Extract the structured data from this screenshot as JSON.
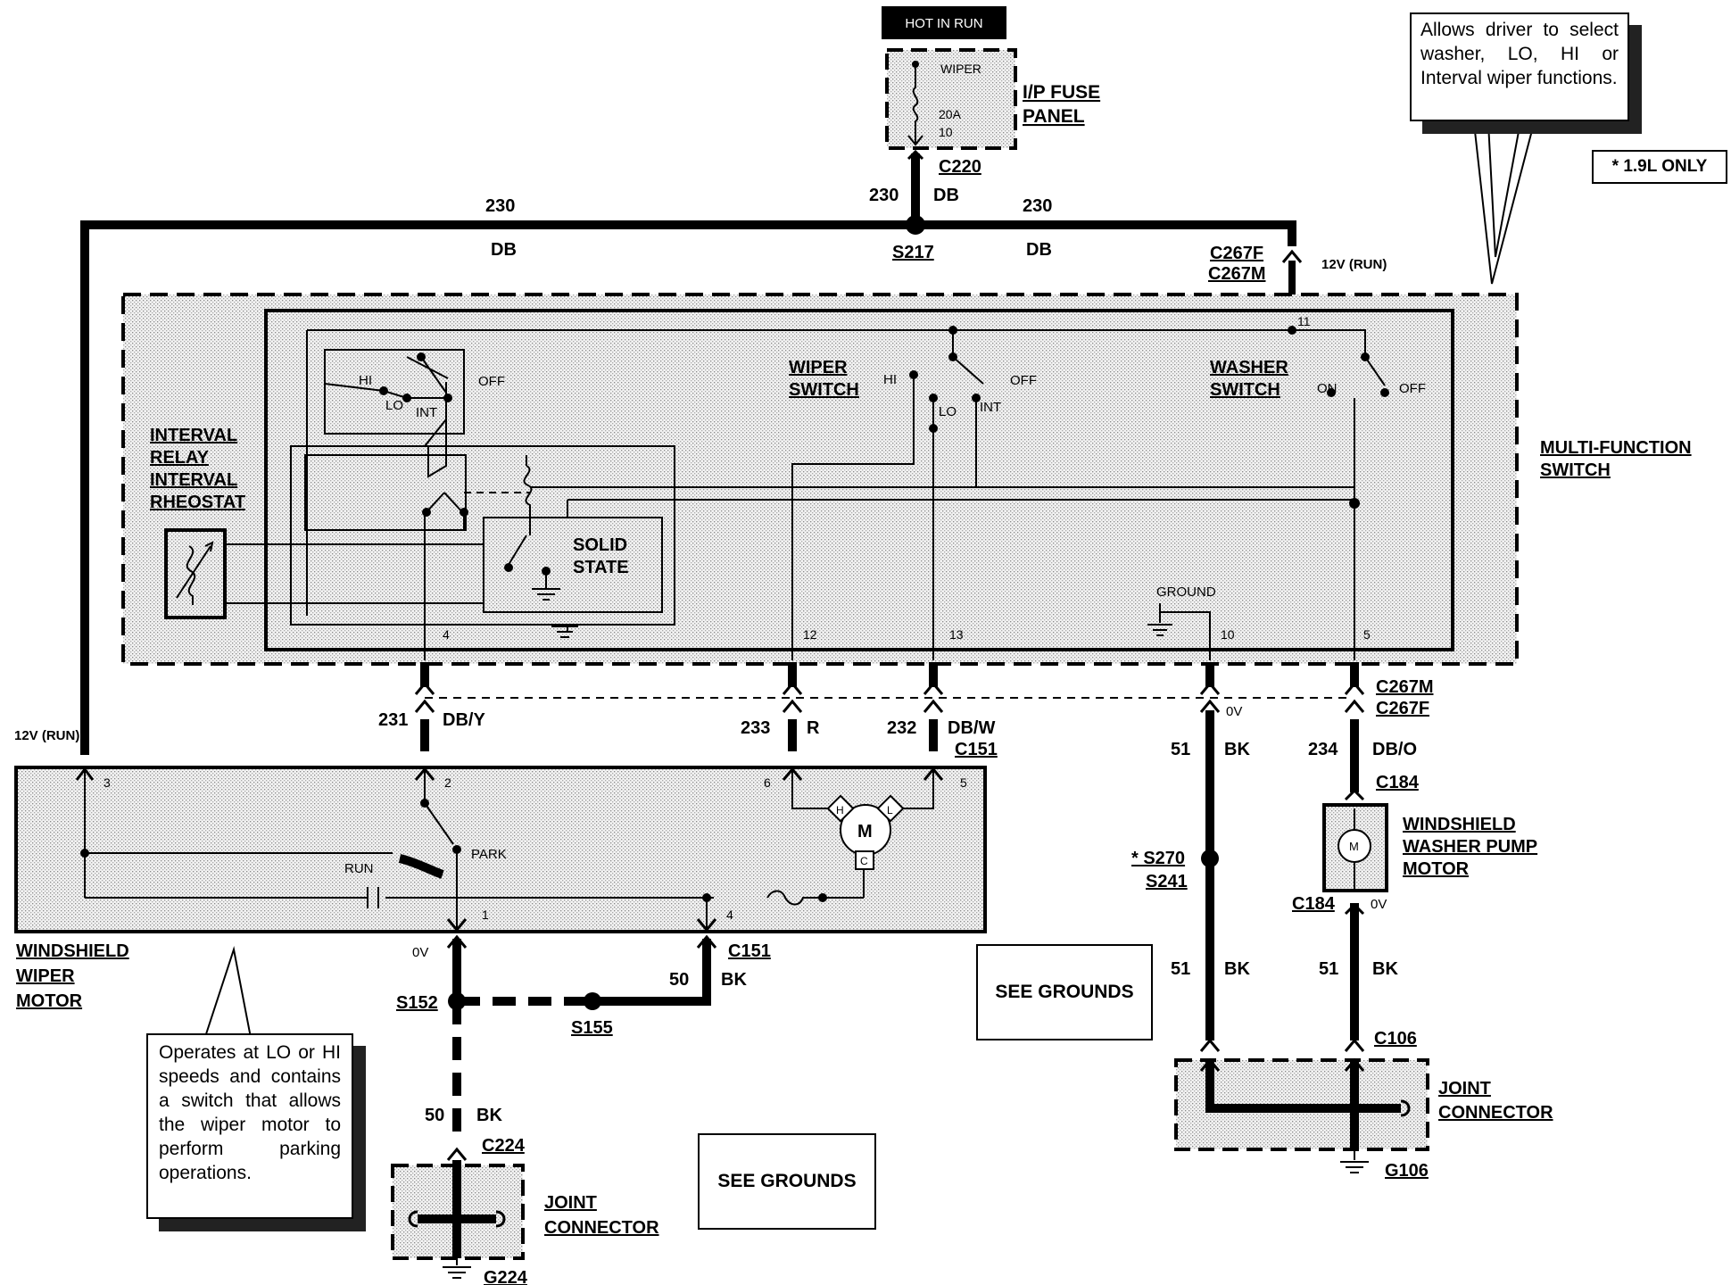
{
  "power": {
    "hot_in_run": "HOT IN RUN",
    "fuse_name": "WIPER",
    "fuse_rating": "20A",
    "fuse_number": "10",
    "fuse_panel": [
      "I/P FUSE",
      "PANEL"
    ],
    "fuse_connector": "C220",
    "splice": "S217"
  },
  "notes": {
    "multi_function": "Allows driver to select washer, LO, HI or Interval wiper functions.",
    "wiper_motor": "Operates at LO or HI speeds and contains a switch that allows the wiper motor to perform parking operations.",
    "engine_only": "* 1.9L ONLY"
  },
  "wires": {
    "w230": "230",
    "db": "DB",
    "w231": "231",
    "dby": "DB/Y",
    "w233": "233",
    "r": "R",
    "w232": "232",
    "dbw": "DB/W",
    "w51": "51",
    "bk": "BK",
    "w234": "234",
    "dbo": "DB/O",
    "w50": "50",
    "zero_v": "0V",
    "v12_run": "12V (RUN)"
  },
  "connectors": {
    "c267f": "C267F",
    "c267m": "C267M",
    "c151": "C151",
    "c184": "C184",
    "c106": "C106",
    "c224": "C224",
    "g106": "G106",
    "g224": "G224",
    "s152": "S152",
    "s155": "S155",
    "s270": "* S270",
    "s241": "S241"
  },
  "components": {
    "multi_function_switch": [
      "MULTI-FUNCTION",
      "SWITCH"
    ],
    "interval_relay": [
      "INTERVAL",
      "RELAY",
      "INTERVAL",
      "RHEOSTAT"
    ],
    "wiper_switch": [
      "WIPER",
      "SWITCH"
    ],
    "washer_switch": [
      "WASHER",
      "SWITCH"
    ],
    "solid_state": [
      "SOLID",
      "STATE"
    ],
    "wiper_motor": [
      "WINDSHIELD",
      "WIPER",
      "MOTOR"
    ],
    "washer_pump": [
      "WINDSHIELD",
      "WASHER PUMP",
      "MOTOR"
    ],
    "joint_connector": [
      "JOINT",
      "CONNECTOR"
    ],
    "see_grounds": "SEE GROUNDS",
    "ground": "GROUND"
  },
  "switch_labels": {
    "hi": "HI",
    "lo": "LO",
    "int": "INT",
    "off": "OFF",
    "on": "ON",
    "park": "PARK",
    "run": "RUN",
    "motor": "M",
    "h": "H",
    "l": "L",
    "c": "C"
  },
  "pins": {
    "p11": "11",
    "p4": "4",
    "p12": "12",
    "p13": "13",
    "p10": "10",
    "p5": "5",
    "m3": "3",
    "m2": "2",
    "m6": "6",
    "m5": "5",
    "m1": "1",
    "m4": "4"
  }
}
